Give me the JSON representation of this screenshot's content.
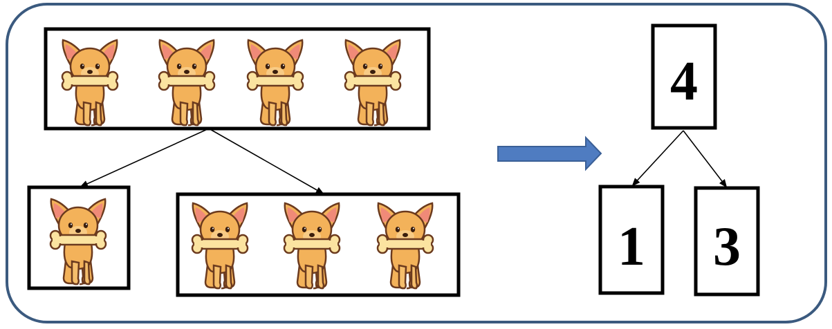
{
  "diagram": {
    "colors": {
      "frame_stroke": "#3B5A7F",
      "box_stroke": "#000000",
      "arrow_fill": "#4F7CC1",
      "arrow_stroke": "#3A5F96",
      "dog_fur": "#F3B25A",
      "dog_ear_inner": "#F08A78",
      "dog_outline": "#6B3A1E",
      "bone": "#FBE3A0"
    },
    "icons": {
      "dog": "dog-with-bone-icon",
      "arrow": "right-arrow-icon"
    },
    "whole": {
      "dog_count": 4,
      "number": "4"
    },
    "part_left": {
      "dog_count": 1,
      "number": "1"
    },
    "part_right": {
      "dog_count": 3,
      "number": "3"
    }
  }
}
